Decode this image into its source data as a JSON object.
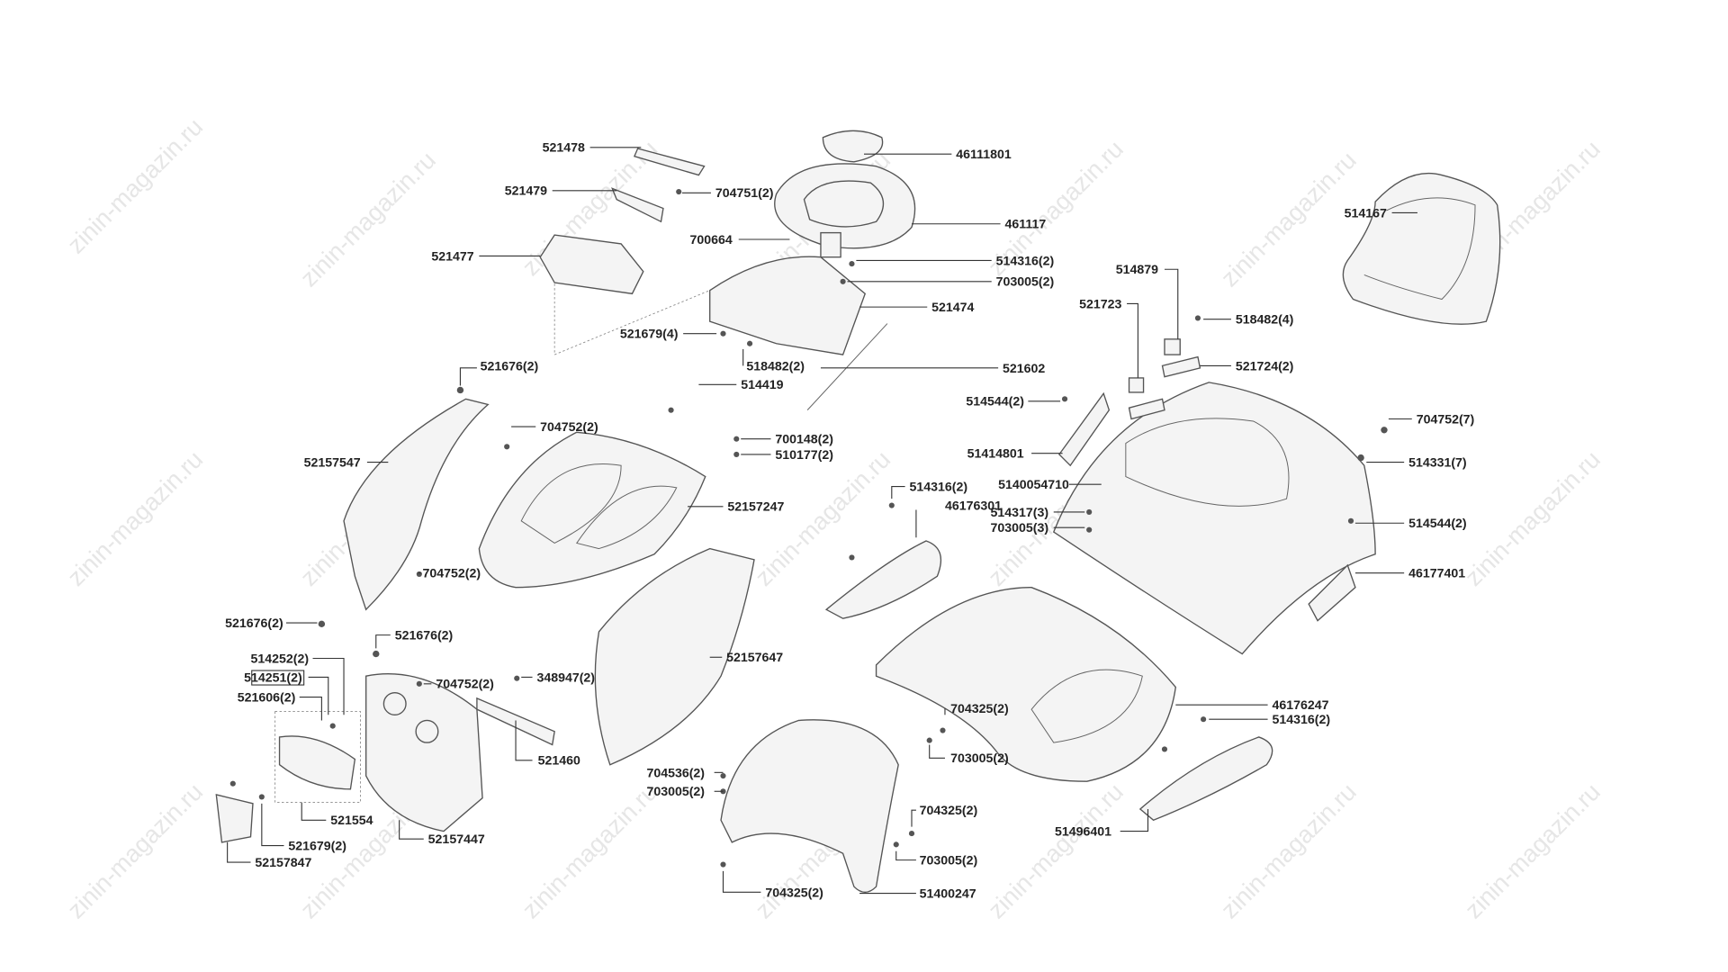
{
  "watermark": "zinin-magazin.ru",
  "labels": [
    "521478",
    "46111801",
    "521479",
    "704751(2)",
    "461117",
    "700664",
    "521477",
    "514316(2)",
    "703005(2)",
    "514879",
    "514167",
    "521474",
    "521723",
    "518482(4)",
    "521679(4)",
    "518482(2)",
    "521602",
    "521724(2)",
    "521676(2)",
    "514419",
    "514544(2)",
    "704752(7)",
    "704752(2)",
    "700148(2)",
    "510177(2)",
    "52157547",
    "51414801",
    "514331(7)",
    "5140054710",
    "514316(2)",
    "46176301",
    "514317(3)",
    "703005(3)",
    "52157247",
    "514544(2)",
    "46177401",
    "704752(2)",
    "521676(2)",
    "521676(2)",
    "514252(2)",
    "52157647",
    "514251(2)",
    "704752(2)",
    "348947(2)",
    "521606(2)",
    "46176247",
    "514316(2)",
    "704325(2)",
    "703005(2)",
    "521460",
    "704536(2)",
    "703005(2)",
    "521554",
    "52157447",
    "704325(2)",
    "51496401",
    "521679(2)",
    "703005(2)",
    "52157847",
    "704325(2)",
    "51400247"
  ]
}
